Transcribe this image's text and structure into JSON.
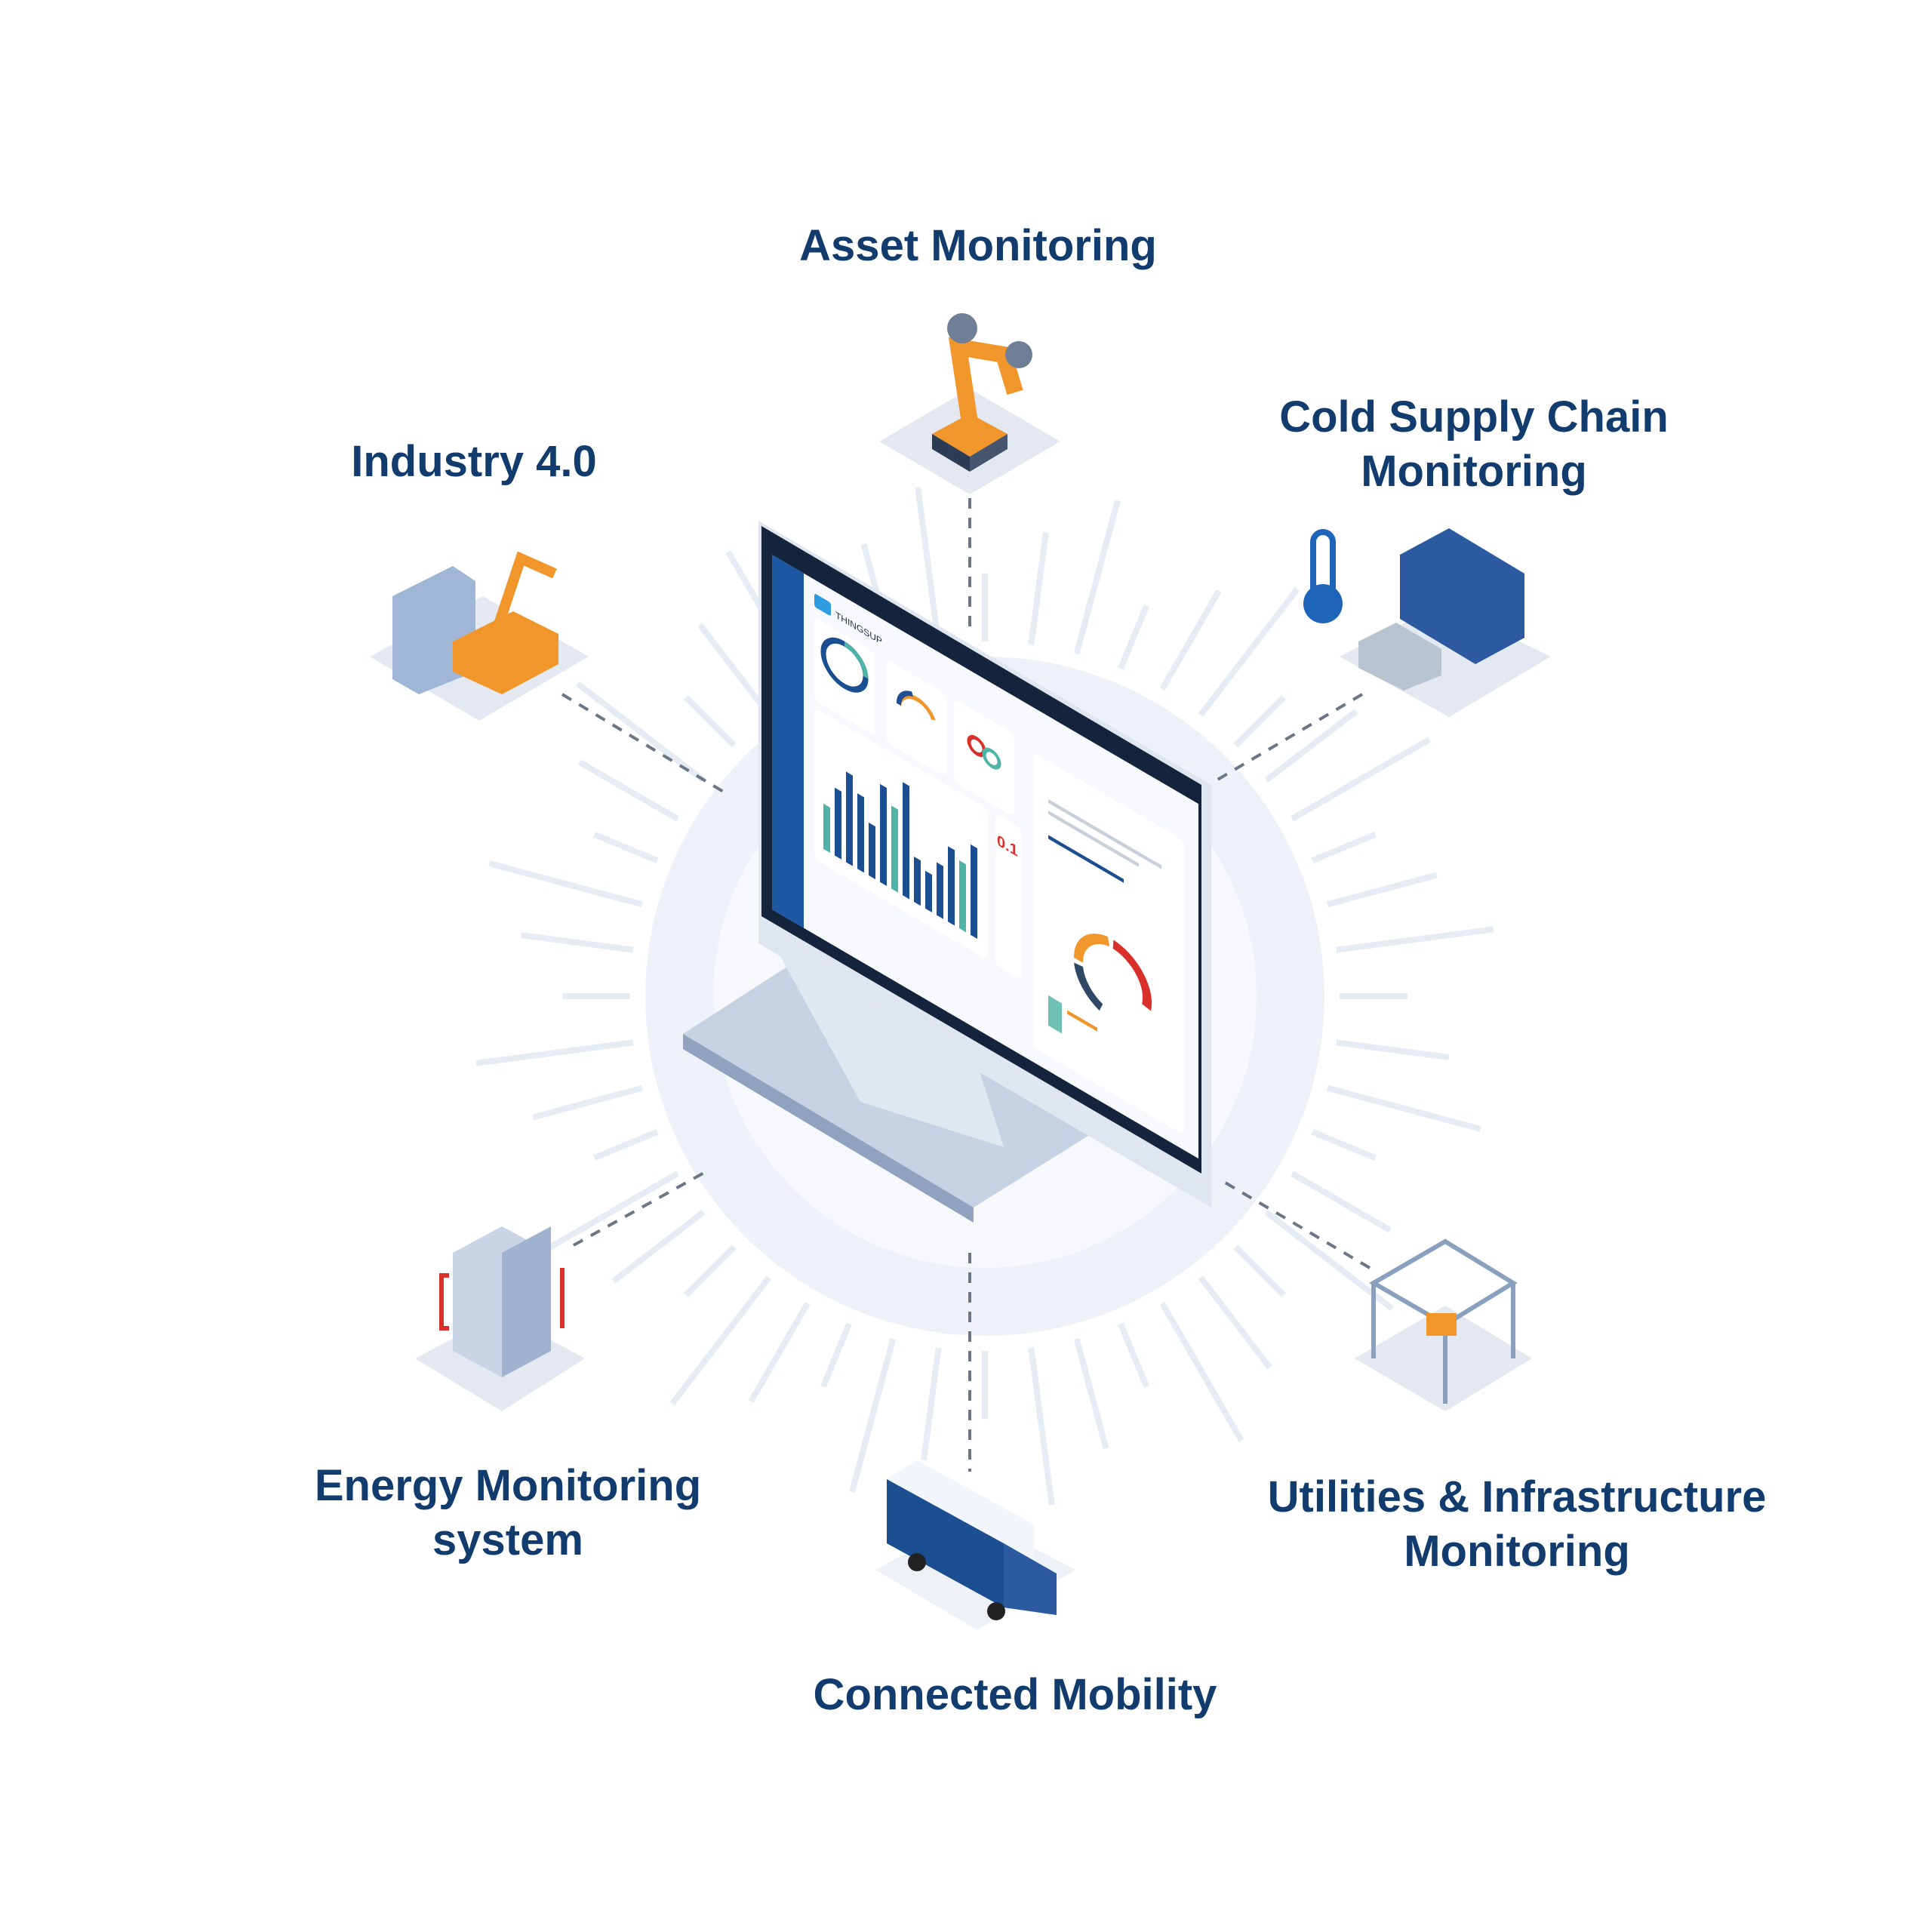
{
  "labels": {
    "asset": "Asset Monitoring",
    "industry": "Industry 4.0",
    "cold_line1": "Cold Supply Chain",
    "cold_line2": "Monitoring",
    "energy_line1": "Energy Monitoring",
    "energy_line2": "system",
    "mobility": "Connected Mobility",
    "utilities_line1": "Utilities & Infrastructure",
    "utilities_line2": "Monitoring"
  },
  "dashboard": {
    "brand": "THINGSUP",
    "kpi_value": "0.1"
  },
  "colors": {
    "text": "#123c6e",
    "navy": "#1c4f91",
    "orange": "#f0962a",
    "red": "#d9302c",
    "teal": "#4fb3a8"
  }
}
